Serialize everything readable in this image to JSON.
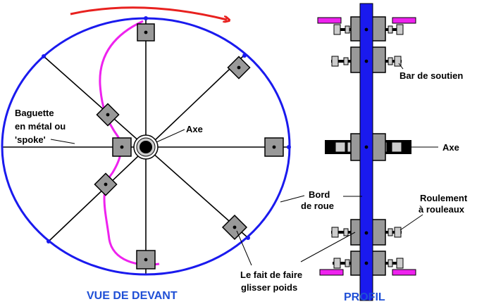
{
  "labels": {
    "spoke_l1": "Baguette",
    "spoke_l2": "en métal ou",
    "spoke_l3": "'spoke'",
    "axe_front": "Axe",
    "bar": "Bar de soutien",
    "axe_profile": "Axe",
    "rim_l1": "Bord",
    "rim_l2": "de roue",
    "bearing_l1": "Roulement",
    "bearing_l2": "à rouleaux",
    "weight_l1": "Le fait de faire",
    "weight_l2": "glisser poids"
  },
  "titles": {
    "front": "VUE DE DEVANT",
    "profile": "PROFIL"
  },
  "colors": {
    "rim": "#1a1aee",
    "arrow": "#e8211f",
    "path": "#ee22ee",
    "weight": "#999999",
    "title": "#1f4fd6"
  }
}
